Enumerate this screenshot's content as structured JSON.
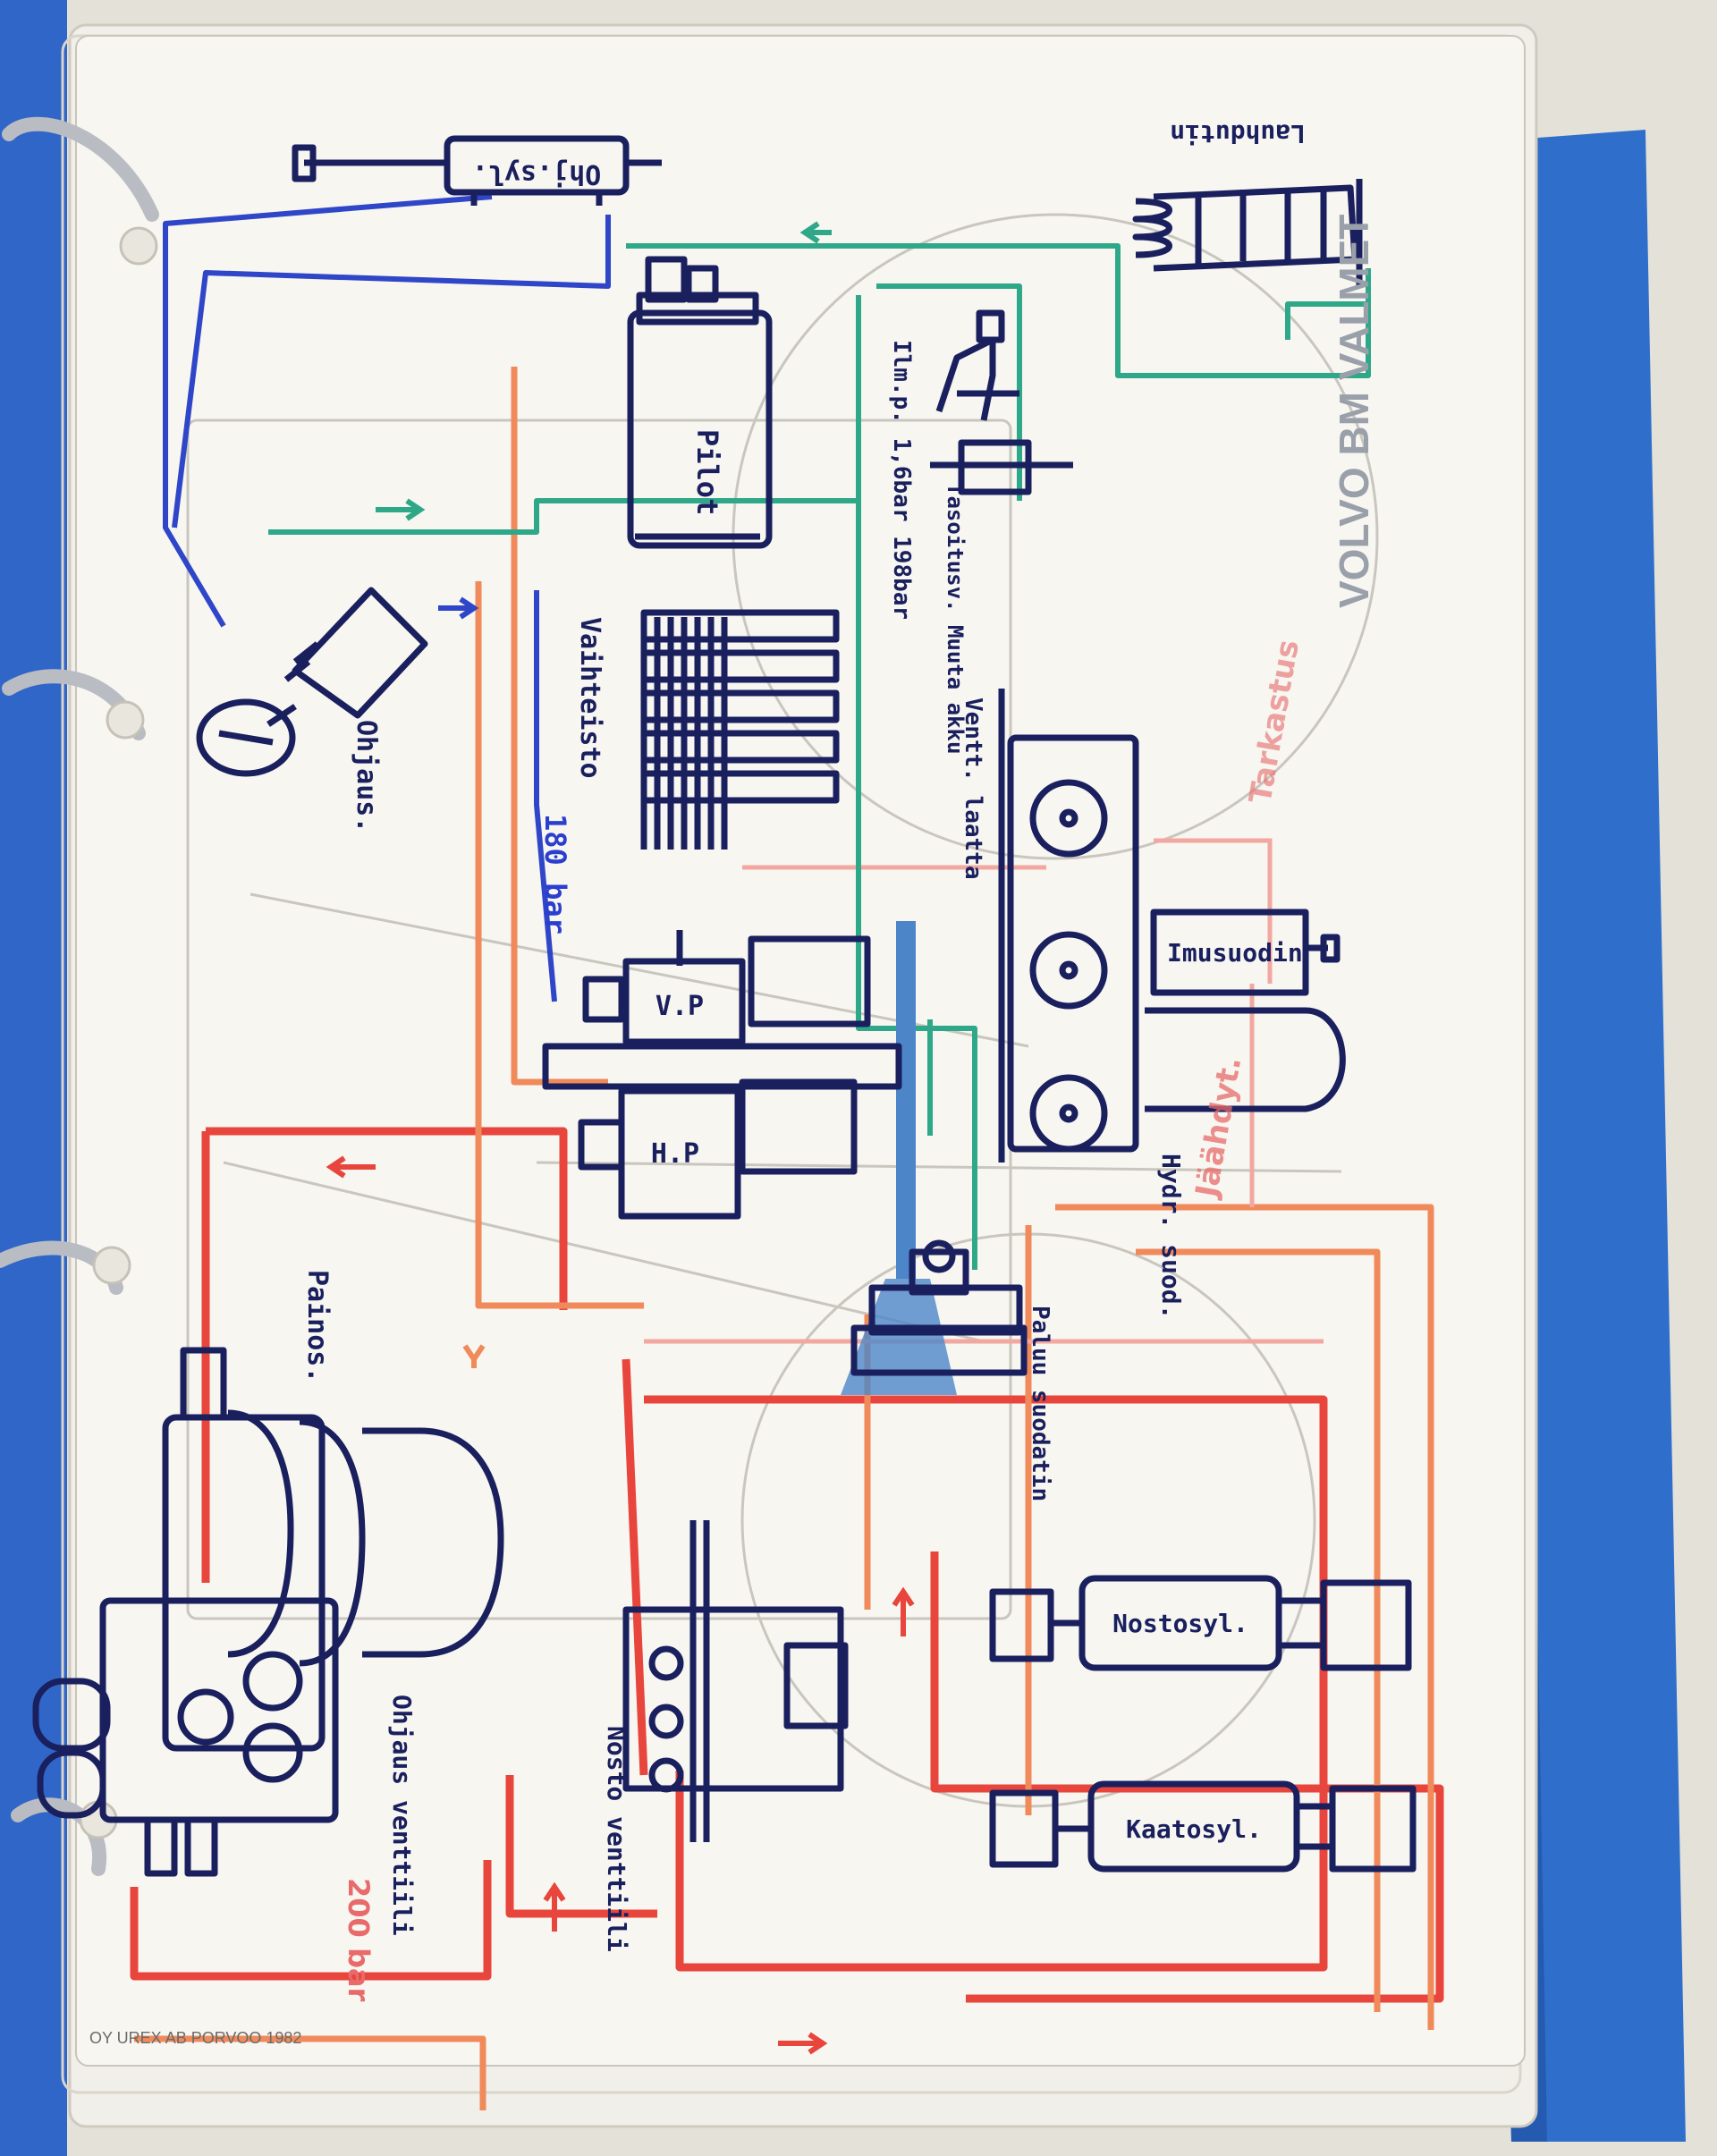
{
  "brand": "VOLVO BM VALMET",
  "footer": "OY UREX AB PORVOO 1982",
  "labels": {
    "ohj_syl": "Ohj.syl.",
    "lauhdutin": "Lauhdutin",
    "pilot": "Pilot",
    "ilmanpaine": "Ilm.p. 1,6bar 198bar",
    "tasoitusventtiili": "Tasoitusv. Muuta akku",
    "vaihteisto": "Vaihteisto",
    "ohjaus": "Ohjaus.",
    "ventt_laatta": "Ventt. laatta",
    "paine_180": "180 bar",
    "imusuodin": "Imusuodin",
    "vp": "V.P",
    "hp": "H.P",
    "hydr_suod": "Hydr. suod.",
    "painos": "Painos.",
    "paluu_suodatin": "Paluu suodatin",
    "jaakaappi": "Jäähdyt.",
    "nostosyl": "Nostosyl.",
    "kaatosyl": "Kaatosyl.",
    "nostoventtiili": "Nosto venttiili",
    "ohjausventtiili": "Ohjaus venttiili",
    "paine_200": "200 bar",
    "tarkastus": "Tarkastus"
  },
  "colors": {
    "binder": "#2f6fcb",
    "pressure": "#e8453c",
    "return": "#f08a5a",
    "pilot": "#2f46c8",
    "suction": "#2fa889",
    "ink": "#1a1f5e"
  }
}
